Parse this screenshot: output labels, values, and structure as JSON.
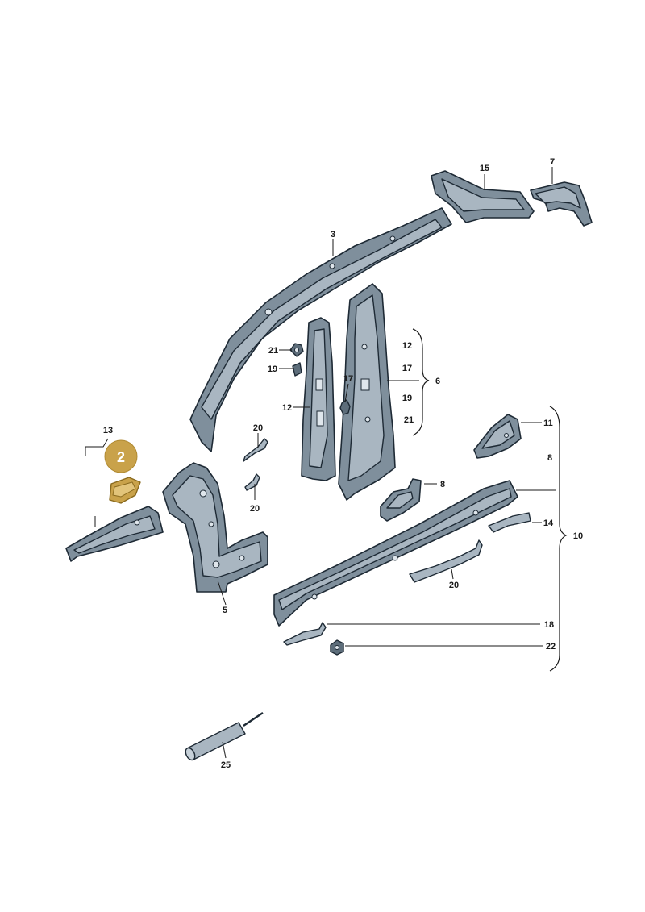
{
  "callouts": {
    "c2": "2",
    "c3": "3",
    "c5": "5",
    "c6": "6",
    "c7": "7",
    "c8": "8",
    "c8b": "8",
    "c10": "10",
    "c11": "11",
    "c12a": "12",
    "c12b": "12",
    "c13": "13",
    "c14": "14",
    "c15": "15",
    "c17a": "17",
    "c17b": "17",
    "c18": "18",
    "c19a": "19",
    "c19b": "19",
    "c20a": "20",
    "c20b": "20",
    "c20c": "20",
    "c21a": "21",
    "c21b": "21",
    "c22": "22",
    "c25": "25"
  },
  "colors": {
    "part": "#7f8f9c",
    "outline": "#1e2a35",
    "highlight_badge": "#c9a24a"
  }
}
